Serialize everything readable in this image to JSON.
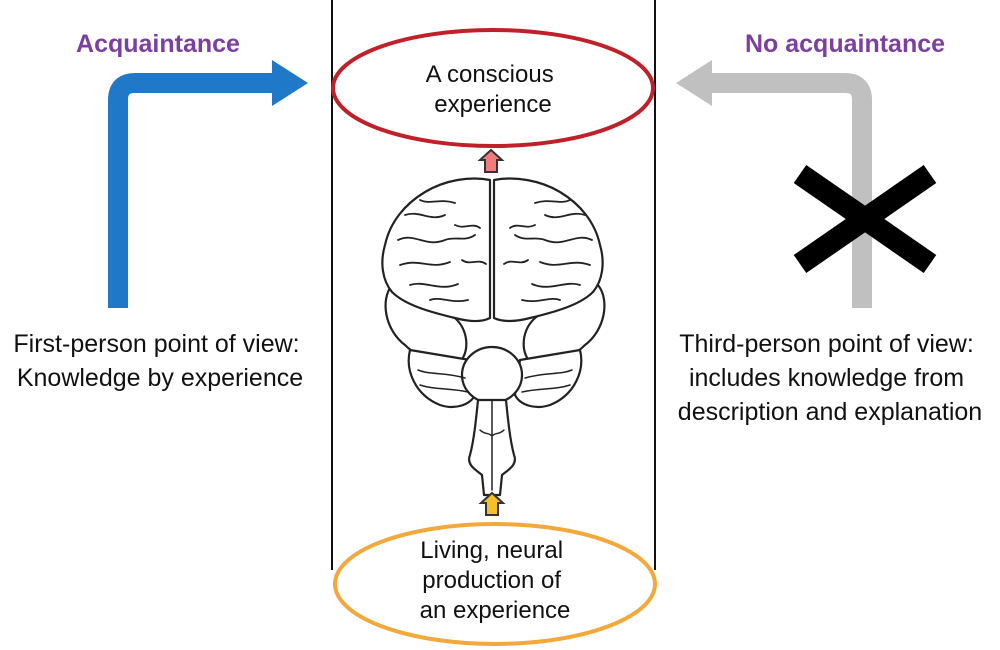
{
  "colors": {
    "heading": "#7b3fa0",
    "acquaintance_arrow": "#1f78c8",
    "no_acquaintance_arrow": "#c0c0c0",
    "top_oval_stroke": "#c0202a",
    "bottom_oval_stroke": "#f2a83a",
    "up_arrow_top_fill": "#f07c7c",
    "up_arrow_bottom_fill": "#f5c02a",
    "cross": "#000000"
  },
  "left": {
    "heading": "Acquaintance",
    "text_lines": [
      "First-person point of view:",
      "Knowledge by experience"
    ]
  },
  "right": {
    "heading": "No acquaintance",
    "text_lines": [
      "Third-person point of view:",
      "includes knowledge from",
      "description and explanation"
    ]
  },
  "top_oval": {
    "lines": [
      "A conscious",
      "experience"
    ]
  },
  "bottom_oval": {
    "lines": [
      "Living, neural",
      "production of",
      "an experience"
    ]
  },
  "center_image": "brain-illustration",
  "cross_icon": "x-mark-icon"
}
